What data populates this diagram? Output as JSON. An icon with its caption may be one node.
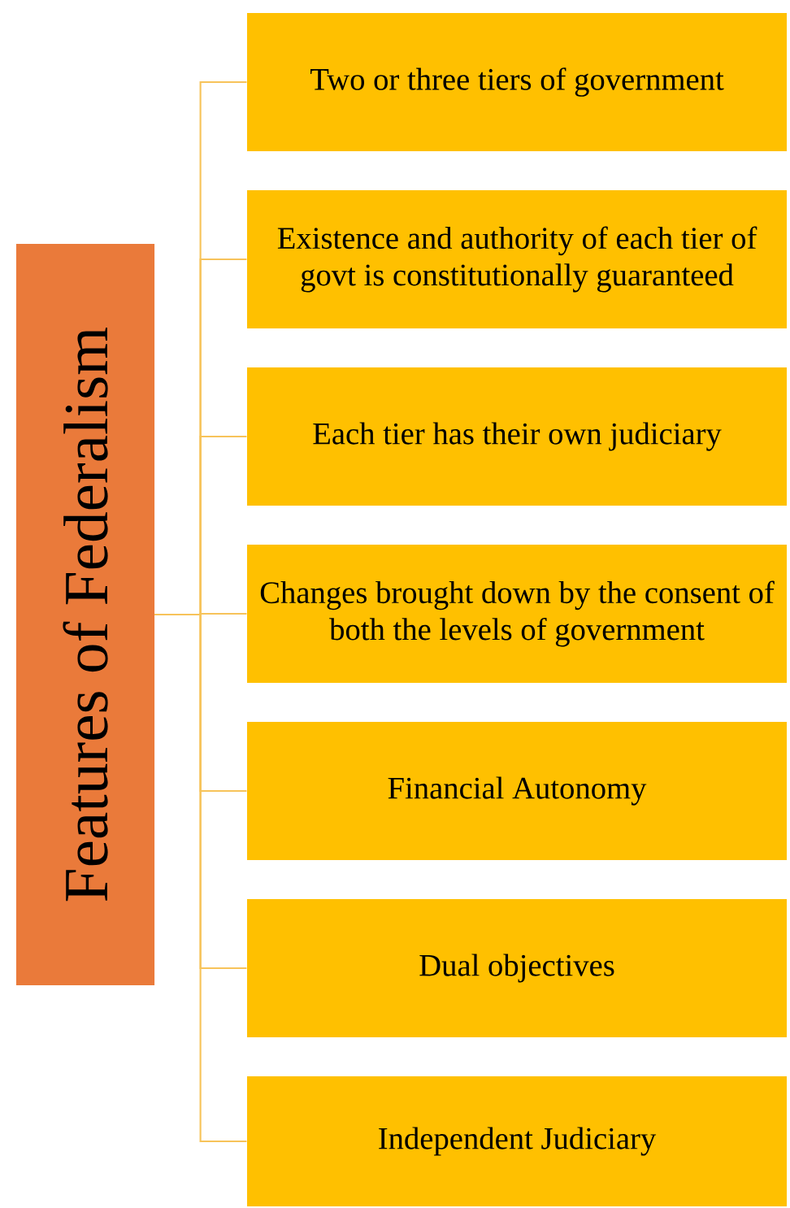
{
  "diagram": {
    "nodes": [
      {
        "text": [
          "Features of Federalism"
        ]
      },
      {
        "text": [
          "Two or three tiers of government"
        ]
      },
      {
        "text": [
          "Existence and authority of each tier of govt is constitutionally guaranteed"
        ]
      },
      {
        "text": [
          "Each tier has their own judiciary"
        ]
      },
      {
        "text": [
          "Changes brought down by the consent of both the levels of government"
        ]
      },
      {
        "text": [
          "Financial Autonomy"
        ]
      },
      {
        "text": [
          "Dual objectives"
        ]
      },
      {
        "text": [
          "Independent Judiciary"
        ]
      }
    ],
    "edges": [
      {
        "from": 0,
        "to": 1,
        "arrow": "none"
      },
      {
        "from": 0,
        "to": 2,
        "arrow": "none"
      },
      {
        "from": 0,
        "to": 3,
        "arrow": "none"
      },
      {
        "from": 0,
        "to": 4,
        "arrow": "none"
      },
      {
        "from": 0,
        "to": 5,
        "arrow": "none"
      },
      {
        "from": 0,
        "to": 6,
        "arrow": "none"
      },
      {
        "from": 0,
        "to": 7,
        "arrow": "none"
      }
    ]
  }
}
